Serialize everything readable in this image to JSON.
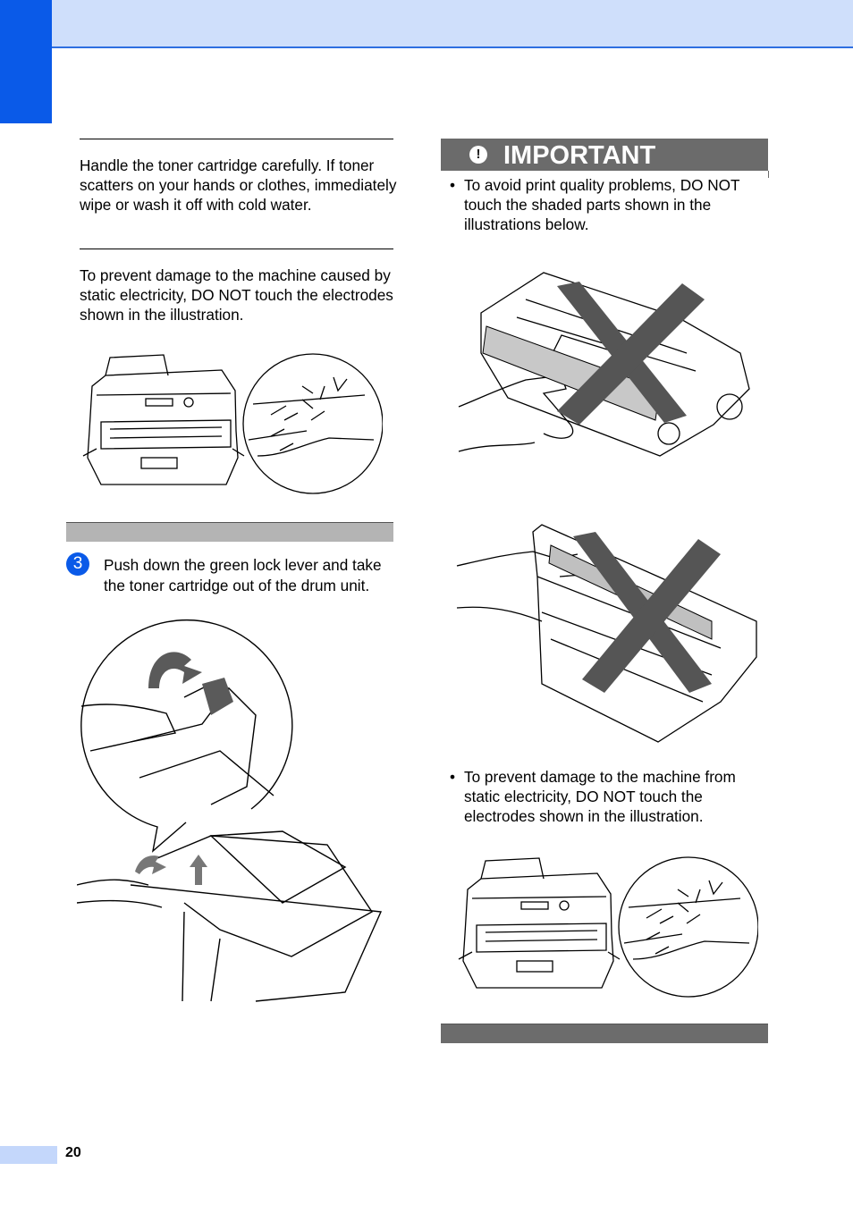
{
  "left_column": {
    "caution_text": "Handle the toner cartridge carefully. If toner scatters on your hands or clothes, immediately wipe or wash it off with cold water.",
    "static_text": "To prevent damage to the machine caused by static electricity, DO NOT touch the electrodes shown in the illustration.",
    "step_number": "3",
    "step_text": "Push down the green lock lever and take the toner cartridge out of the drum unit."
  },
  "right_column": {
    "important_title": "IMPORTANT",
    "important_icon": "!",
    "bullet_1": "To avoid print quality problems, DO NOT touch the shaded parts shown in the illustrations below.",
    "bullet_2": "To prevent damage to the machine from static electricity, DO NOT touch the electrodes shown in the illustration."
  },
  "footer": {
    "page_number": "20"
  },
  "colors": {
    "accent_blue": "#0a5ae8",
    "header_band": "#cfdffb",
    "important_bar": "#6b6b6b"
  }
}
